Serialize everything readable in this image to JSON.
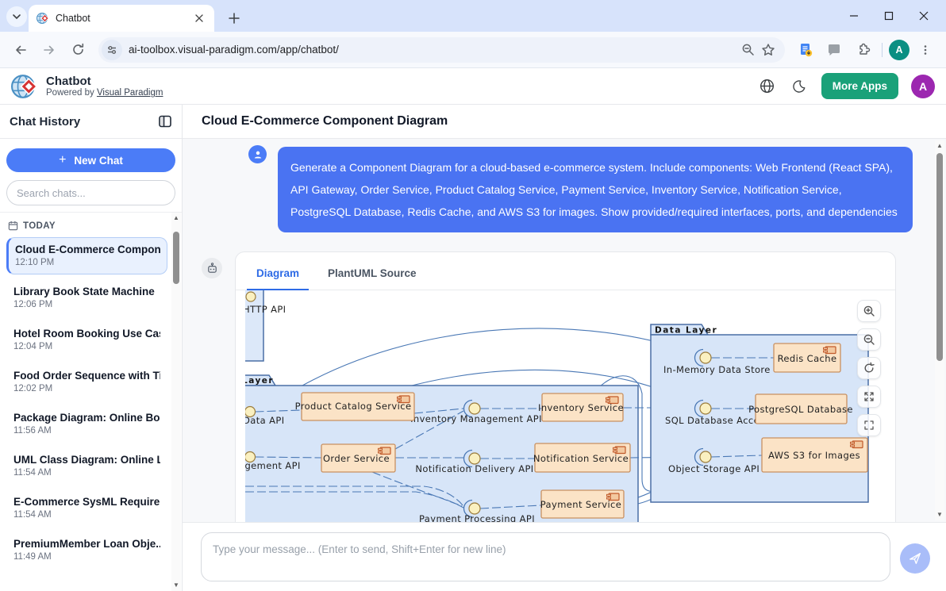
{
  "browser": {
    "tab_title": "Chatbot",
    "url": "ai-toolbox.visual-paradigm.com/app/chatbot/",
    "profile_initial": "A"
  },
  "header": {
    "title": "Chatbot",
    "powered_by": "Powered by",
    "powered_by_link": "Visual Paradigm",
    "more_apps": "More Apps",
    "avatar_initial": "A"
  },
  "sidebar": {
    "title": "Chat History",
    "plus": "+",
    "new_chat": "New Chat",
    "search_placeholder": "Search chats...",
    "section": "TODAY",
    "items": [
      {
        "title": "Cloud E-Commerce Compon...",
        "time": "12:10 PM"
      },
      {
        "title": "Library Book State Machine",
        "time": "12:06 PM"
      },
      {
        "title": "Hotel Room Booking Use Case",
        "time": "12:04 PM"
      },
      {
        "title": "Food Order Sequence with Ti...",
        "time": "12:02 PM"
      },
      {
        "title": "Package Diagram: Online Bo...",
        "time": "11:56 AM"
      },
      {
        "title": "UML Class Diagram: Online L...",
        "time": "11:54 AM"
      },
      {
        "title": "E-Commerce SysML Require...",
        "time": "11:54 AM"
      },
      {
        "title": "PremiumMember Loan Obje...",
        "time": "11:49 AM"
      }
    ]
  },
  "main": {
    "title": "Cloud E-Commerce Component Diagram",
    "user_message": "Generate a Component Diagram for a cloud-based e-commerce system. Include components: Web Frontend (React SPA), API Gateway, Order Service, Product Catalog Service, Payment Service, Inventory Service, Notification Service, PostgreSQL Database, Redis Cache, and AWS S3 for images. Show provided/required interfaces, ports, and dependencies",
    "tab_diagram": "Diagram",
    "tab_source": "PlantUML Source",
    "input_placeholder": "Type your message... (Enter to send, Shift+Enter for new line)"
  },
  "diagram": {
    "port_http": "HTTP API",
    "layer_tab": "Layer",
    "data_layer_tab": "Data Layer",
    "port_data_api": "Data API",
    "port_management_api": "agement API",
    "comp_product_catalog": "Product Catalog Service",
    "comp_order": "Order Service",
    "comp_inventory": "Inventory Service",
    "comp_notification": "Notification Service",
    "comp_payment": "Payment Service",
    "comp_redis": "Redis Cache",
    "comp_postgres": "PostgreSQL Database",
    "comp_s3": "AWS S3 for Images",
    "if_inventory_mgmt": "Inventory Management API",
    "if_notification_delivery": "Notification Delivery API",
    "if_payment_processing": "Payment Processing API",
    "if_inmemory": "In-Memory Data Store",
    "if_sql": "SQL Database Access",
    "if_object_storage": "Object Storage API"
  },
  "colors": {
    "accent": "#4b7cf7",
    "bubble": "#4a73f2",
    "more-apps": "#1aa179",
    "header-avatar": "#9c27b0",
    "chrome-avatar": "#0b8f83",
    "titlebar": "#d7e3fb",
    "toolbar": "#f7f9fd",
    "pkg-fill": "#d7e5f8",
    "pkg-stroke": "#4a6fa5",
    "comp-fill": "#fbe3c6",
    "comp-stroke": "#c89060",
    "line": "#4a78b5",
    "port-fill": "#faf0c0",
    "port-stroke": "#9b7c3c"
  }
}
